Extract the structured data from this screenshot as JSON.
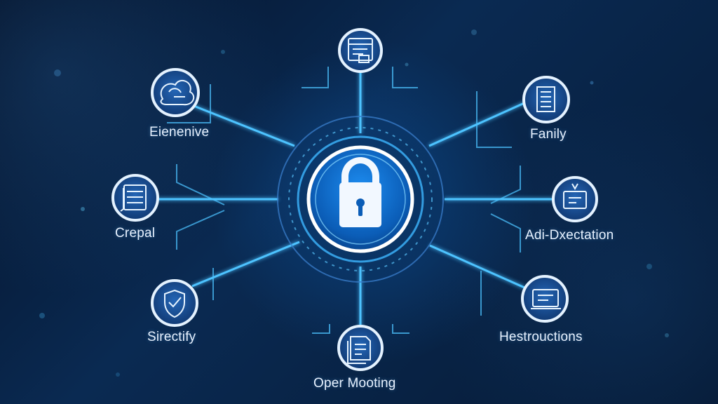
{
  "diagram": {
    "center": {
      "icon": "lock-icon"
    },
    "nodes": {
      "top_center": {
        "label": "",
        "icon": "browser-window-icon"
      },
      "top_left": {
        "label": "Eienenive",
        "icon": "cloud-network-icon"
      },
      "mid_left": {
        "label": "Crepal",
        "icon": "server-stack-icon"
      },
      "bottom_left": {
        "label": "Sirectify",
        "icon": "shield-icon"
      },
      "top_right": {
        "label": "Fanily",
        "icon": "building-icon"
      },
      "mid_right": {
        "label": "Adi-Dxectation",
        "icon": "device-dashboard-icon"
      },
      "bottom_right": {
        "label": "Hestrouctions",
        "icon": "monitor-checklist-icon"
      },
      "bottom_center": {
        "label": "Oper Mooting",
        "icon": "document-stack-icon"
      }
    },
    "colors": {
      "background": "#061a35",
      "line": "#4dc3ff",
      "node_fill": "#184f95",
      "node_ring": "#dcecff",
      "center": "#0c72d6",
      "lock": "#f2f8ff"
    }
  }
}
